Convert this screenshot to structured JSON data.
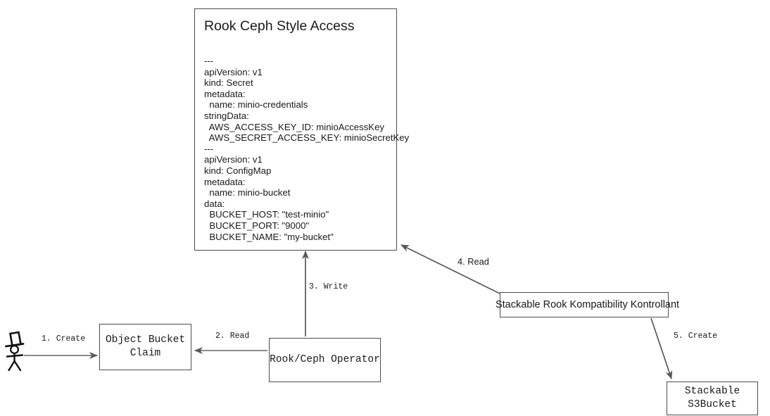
{
  "diagram": {
    "title_card": {
      "title": "Rook Ceph Style Access",
      "yaml": "---\napiVersion: v1\nkind: Secret\nmetadata:\n  name: minio-credentials\nstringData:\n  AWS_ACCESS_KEY_ID: minioAccessKey\n  AWS_SECRET_ACCESS_KEY: minioSecretKey\n---\napiVersion: v1\nkind: ConfigMap\nmetadata:\n  name: minio-bucket\ndata:\n  BUCKET_HOST: \"test-minio\"\n  BUCKET_PORT: \"9000\"\n  BUCKET_NAME: \"my-bucket\""
    },
    "nodes": {
      "actor": "stick-figure-actor",
      "object_bucket_claim": "Object Bucket\nClaim",
      "rook_ceph_operator": "Rook/Ceph Operator",
      "srkk": "Stackable Rook Kompatibility Kontrollant",
      "stackable_s3bucket": "Stackable S3Bucket"
    },
    "edges": [
      {
        "id": "create-1",
        "label": "1. Create",
        "from": "actor",
        "to": "object_bucket_claim",
        "direction": "right"
      },
      {
        "id": "read-2",
        "label": "2. Read",
        "from": "rook_ceph_operator",
        "to": "object_bucket_claim",
        "direction": "left"
      },
      {
        "id": "write-3",
        "label": "3. Write",
        "from": "rook_ceph_operator",
        "to": "title_card",
        "direction": "up"
      },
      {
        "id": "read-4",
        "label": "4. Read",
        "from": "srkk",
        "to": "title_card",
        "direction": "up-left"
      },
      {
        "id": "create-5",
        "label": "5. Create",
        "from": "srkk",
        "to": "stackable_s3bucket",
        "direction": "down-right"
      }
    ],
    "colors": {
      "background": "#ffffff",
      "stroke": "#4d4d4d",
      "text": "#1a1a1a",
      "arrow": "#595959"
    }
  }
}
